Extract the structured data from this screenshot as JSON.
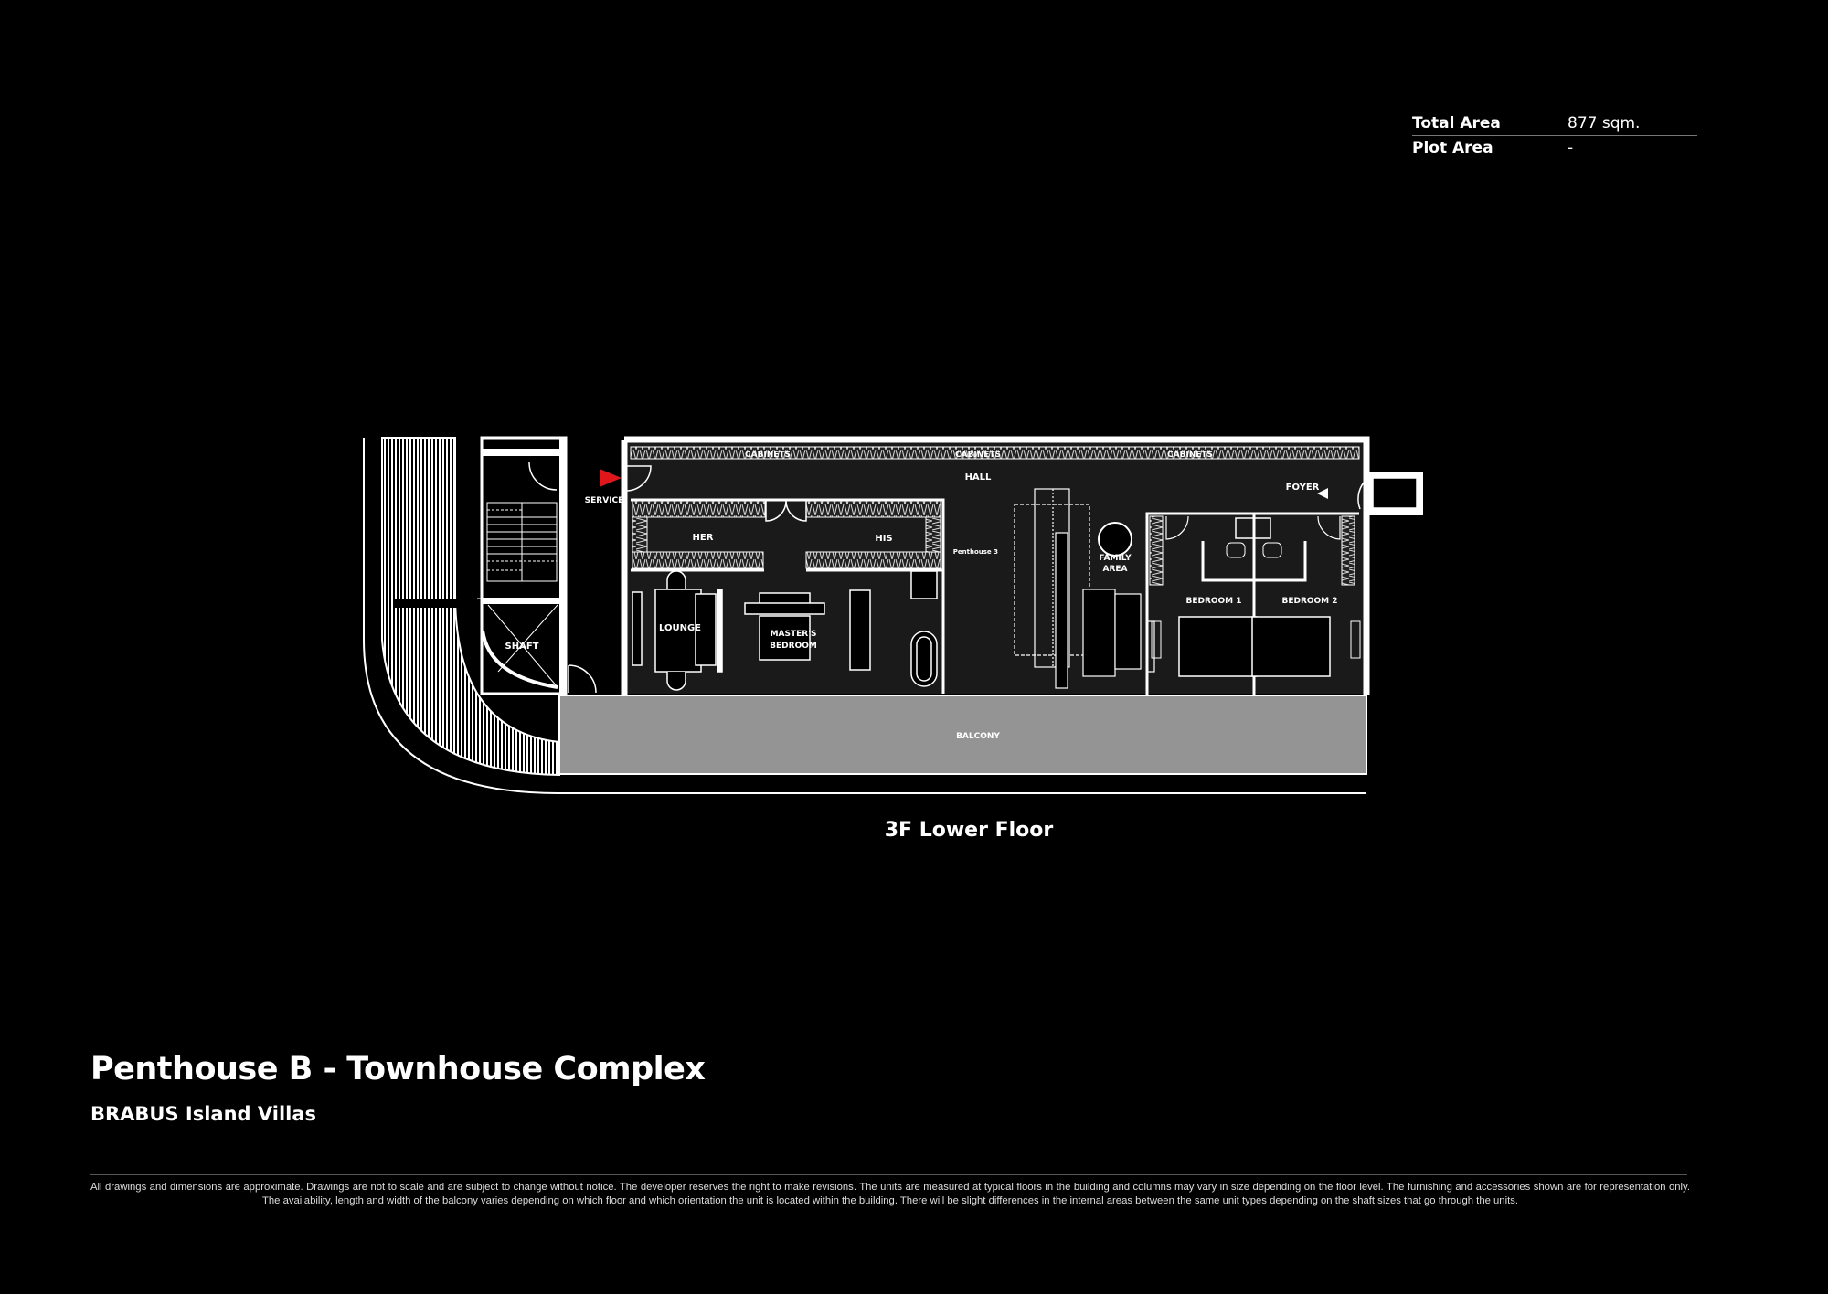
{
  "area": {
    "rows": [
      {
        "label": "Total Area",
        "value": "877 sqm."
      },
      {
        "label": "Plot Area",
        "value": "-"
      }
    ]
  },
  "plan": {
    "floor_label": "3F Lower Floor",
    "rooms": {
      "service": "SERVICE",
      "shaft": "SHAFT",
      "cabinets_1": "CABINETS",
      "cabinets_2": "CABINETS",
      "cabinets_3": "CABINETS",
      "hall": "HALL",
      "foyer": "FOYER",
      "her": "HER",
      "his": "HIS",
      "lounge": "LOUNGE",
      "master_bedroom_1": "MASTER'S",
      "master_bedroom_2": "BEDROOM",
      "penthouse_3": "Penthouse 3",
      "family_area_1": "FAMILY",
      "family_area_2": "AREA",
      "bedroom_1": "BEDROOM 1",
      "bedroom_2": "BEDROOM 2",
      "balcony": "BALCONY"
    },
    "colors": {
      "background": "#000000",
      "interior": "#1a1a1a",
      "walls": "#ffffff",
      "balcony": "#949494",
      "service_marker": "#e0161b"
    }
  },
  "project": {
    "title": "Penthouse B - Townhouse Complex",
    "subtitle": "BRABUS Island Villas"
  },
  "disclaimer": "All drawings and dimensions are approximate. Drawings are not to scale and are subject to change without notice. The developer reserves the right to make revisions. The units are measured at typical floors in the building and columns may vary in size depending on the floor level. The furnishing and accessories shown are for representation only. The availability, length and width of the balcony varies depending on which floor and which orientation the unit is located within the building. There will be slight differences in the internal areas between the same unit types depending on the shaft sizes that go through the units."
}
